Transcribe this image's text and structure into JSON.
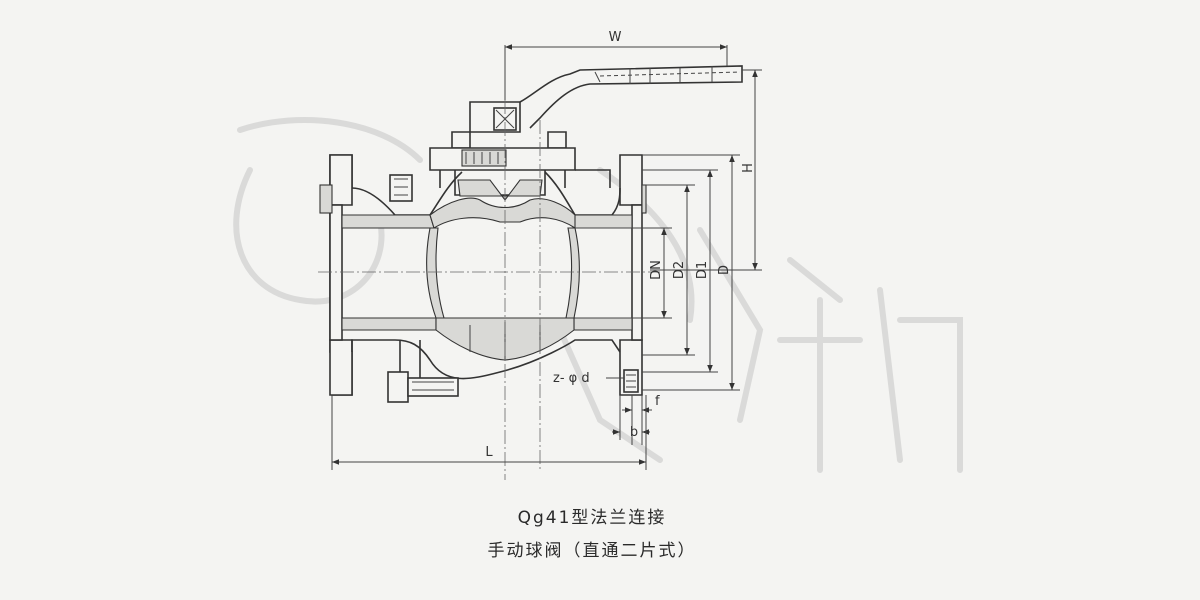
{
  "dimensions": {
    "W": "W",
    "H": "H",
    "DN": "DN",
    "D2": "D2",
    "D1": "D1",
    "D": "D",
    "bolt_holes": "z- φ d",
    "f": "f",
    "b": "b",
    "L": "L"
  },
  "caption": {
    "line1": "Qg41型法兰连接",
    "line2": "手动球阀（直通二片式）"
  },
  "colors": {
    "line": "#333333",
    "lining": "#d9d9d6",
    "background": "#f4f4f2",
    "watermark": "#c4c4c4"
  }
}
